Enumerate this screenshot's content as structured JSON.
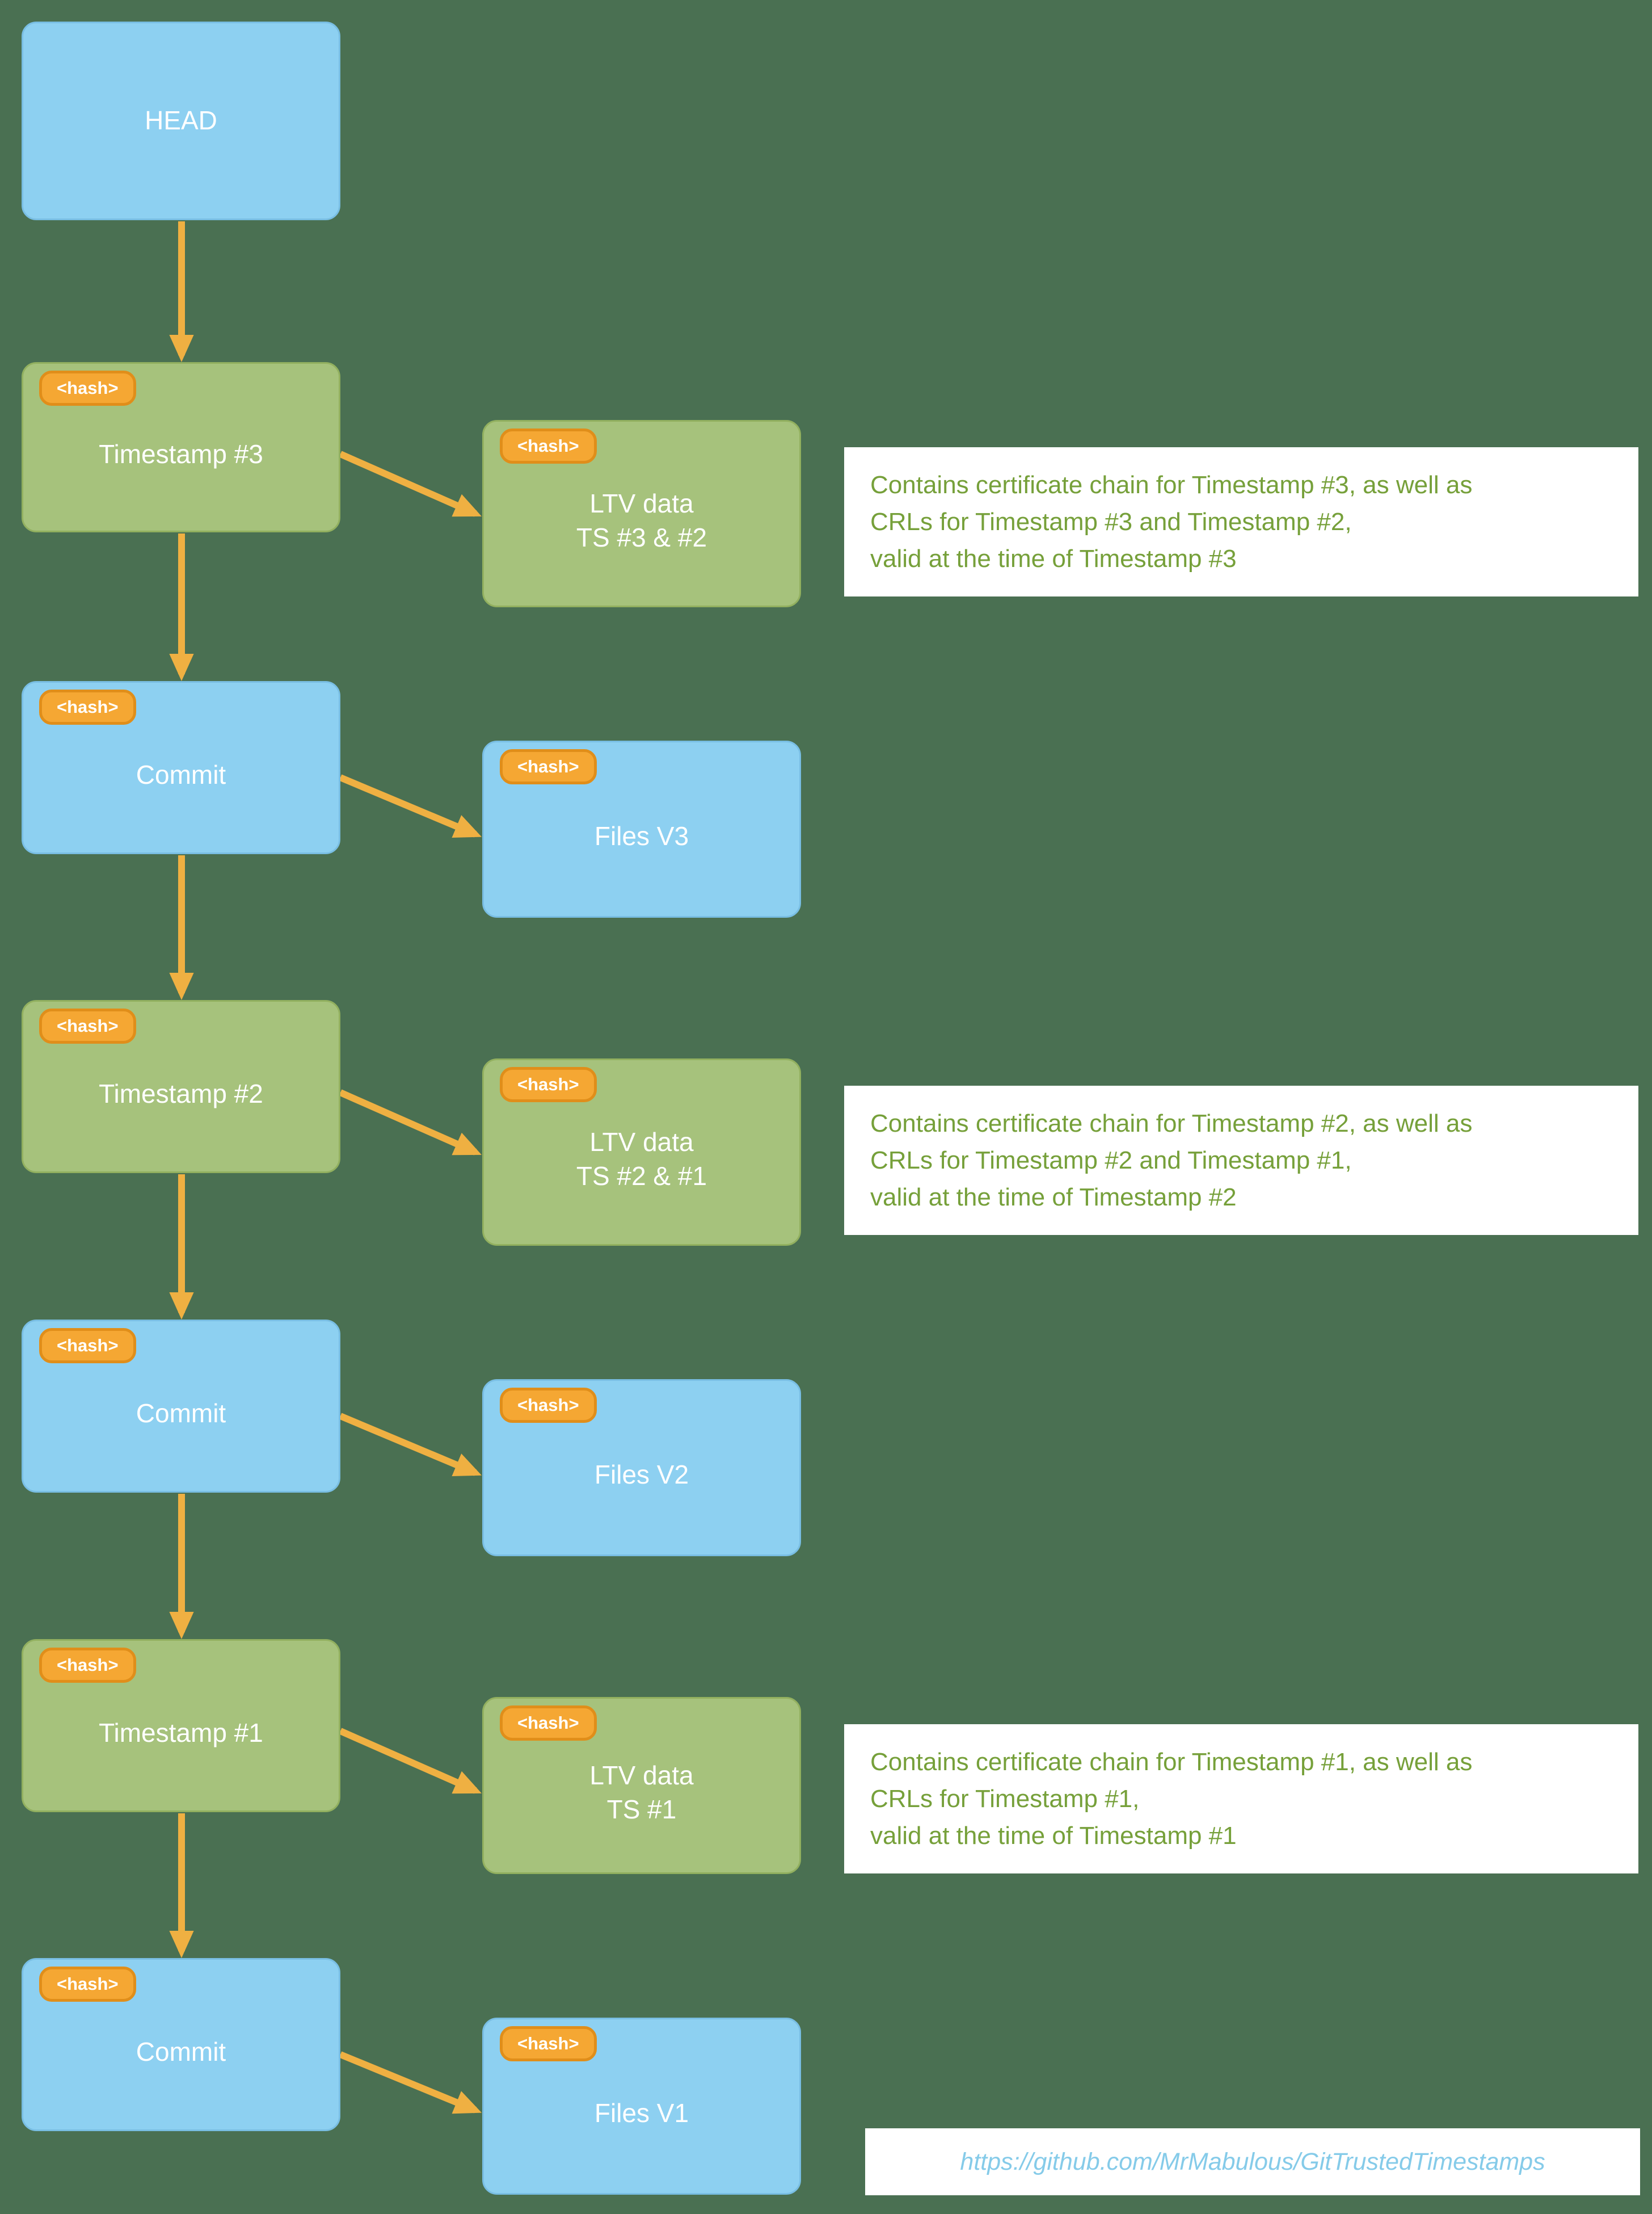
{
  "colors": {
    "background": "#4a7052",
    "blue_node_fill": "#8dd0f1",
    "green_node_fill": "#a6c27c",
    "arrow": "#efb042",
    "hash_badge_fill": "#f5a733",
    "hash_badge_border": "#e08e1a",
    "annotation_text": "#76a03a",
    "url_text": "#85cbe9"
  },
  "hash_label": "<hash>",
  "nodes": {
    "head": {
      "label": "HEAD"
    },
    "timestamp3": {
      "label": "Timestamp #3"
    },
    "ltv3": {
      "line1": "LTV data",
      "line2": "TS #3 & #2"
    },
    "commit1": {
      "label": "Commit"
    },
    "files_v3": {
      "label": "Files V3"
    },
    "timestamp2": {
      "label": "Timestamp #2"
    },
    "ltv2": {
      "line1": "LTV data",
      "line2": "TS #2 & #1"
    },
    "commit2": {
      "label": "Commit"
    },
    "files_v2": {
      "label": "Files V2"
    },
    "timestamp1": {
      "label": "Timestamp #1"
    },
    "ltv1": {
      "line1": "LTV data",
      "line2": "TS #1"
    },
    "commit3": {
      "label": "Commit"
    },
    "files_v1": {
      "label": "Files V1"
    }
  },
  "annotations": [
    {
      "lines": [
        "Contains certificate chain for Timestamp #3, as well as",
        "CRLs for Timestamp #3 and Timestamp #2,",
        "valid at the time of Timestamp #3"
      ]
    },
    {
      "lines": [
        "Contains certificate chain for Timestamp #2, as well as",
        "CRLs for Timestamp #2 and Timestamp #1,",
        "valid at the time of Timestamp #2"
      ]
    },
    {
      "lines": [
        "Contains certificate chain for Timestamp #1, as well as",
        "CRLs for Timestamp #1,",
        "valid at the time of Timestamp #1"
      ]
    }
  ],
  "footer_url": "https://github.com/MrMabulous/GitTrustedTimestamps"
}
